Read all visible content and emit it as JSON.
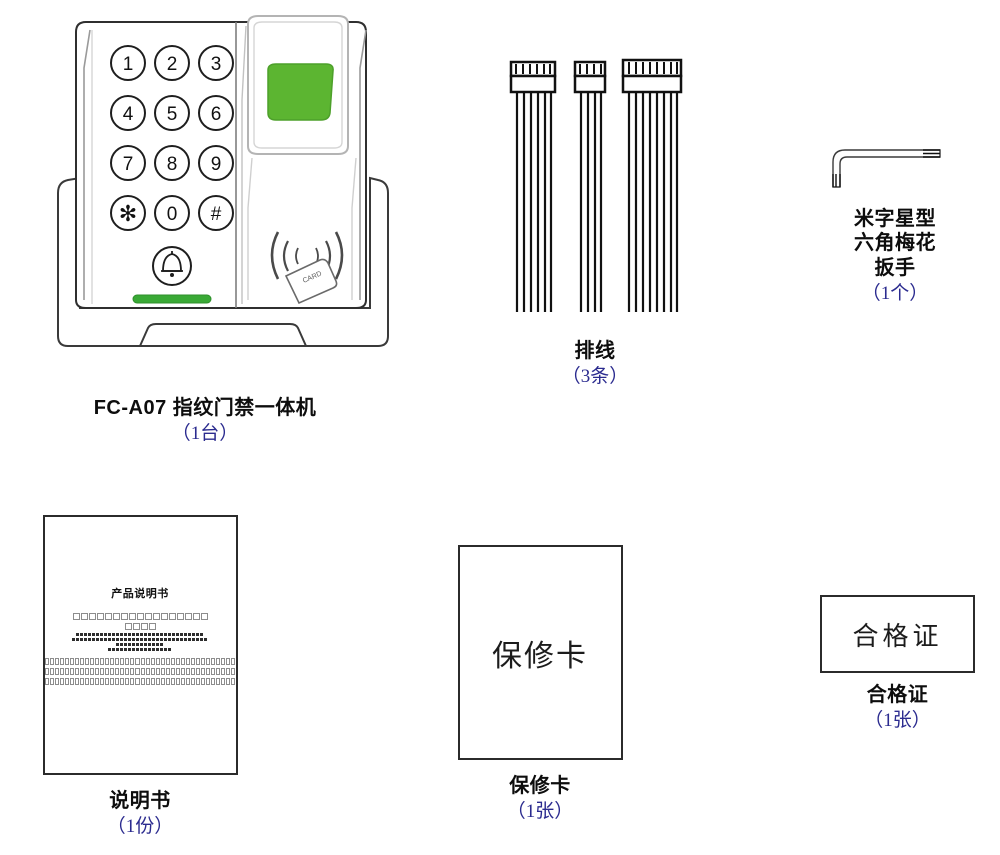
{
  "page": {
    "type": "product-packing-list",
    "background_color": "#ffffff",
    "accent_quantity_color": "#2b2b8f",
    "outline_color": "#2b2b2b",
    "sensor_green": "#5cb531",
    "led_green": "#39a935"
  },
  "items": [
    {
      "id": "device",
      "name": "FC-A07 指纹门禁一体机",
      "quantity": "（1台）",
      "keypad": {
        "keys": [
          "1",
          "2",
          "3",
          "4",
          "5",
          "6",
          "7",
          "8",
          "9",
          "*",
          "0",
          "#"
        ],
        "bell_key": "bell-icon"
      },
      "fingerprint_sensor": "fingerprint-sensor",
      "card_reader": {
        "waves": "rfid-waves-icon",
        "card_label": "CARD"
      },
      "led_indicator": "status-led"
    },
    {
      "id": "ribbon-cables",
      "name": "排线",
      "quantity": "（3条）",
      "cables": [
        {
          "pins": 6,
          "width": 38
        },
        {
          "pins": 4,
          "width": 26
        },
        {
          "pins": 8,
          "width": 48
        }
      ]
    },
    {
      "id": "wrench",
      "name": "米字星型\n六角梅花\n扳手",
      "name_lines": [
        "米字星型",
        "六角梅花",
        "扳手"
      ],
      "quantity": "（1个）"
    },
    {
      "id": "manual",
      "name": "说明书",
      "quantity": "（1份）",
      "cover_title": "产品说明书",
      "placeholder_rows": [
        {
          "style": "box",
          "count": 17
        },
        {
          "style": "box",
          "count": 4
        },
        {
          "style": "dot",
          "count": 32
        },
        {
          "style": "dot",
          "count": 34
        },
        {
          "style": "dot",
          "count": 12
        },
        {
          "style": "dot",
          "count": 16
        },
        {
          "style": "box",
          "count": 38
        },
        {
          "style": "box",
          "count": 38
        },
        {
          "style": "box",
          "count": 38
        }
      ]
    },
    {
      "id": "warranty-card",
      "name": "保修卡",
      "quantity": "（1张）",
      "card_text": "保修卡"
    },
    {
      "id": "certificate",
      "name": "合格证",
      "quantity": "（1张）",
      "card_text": "合格证"
    }
  ]
}
